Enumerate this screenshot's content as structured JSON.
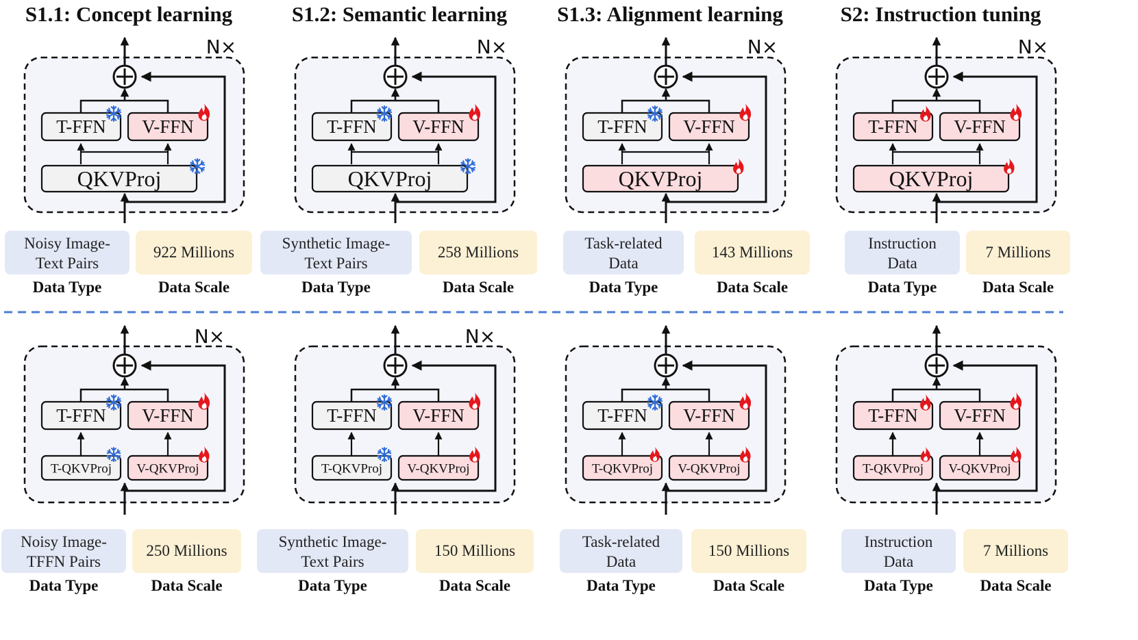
{
  "colors": {
    "frozen_fill": "#f2f2f2",
    "trainable_fill": "#fbdde0",
    "block_bg": "#f4f5fb",
    "data_type_bg": "#e3e8f6",
    "data_scale_bg": "#fcf1d5",
    "accent_red": "#c00000",
    "accent_green": "#4a9a2a",
    "divider": "#4a7cd6",
    "snow": "#2f6bd6",
    "fire": "#e5171c"
  },
  "legend_icons": {
    "frozen": "snowflake-icon",
    "trainable": "fire-icon"
  },
  "labels": {
    "data_type_caption": "Data Type",
    "data_scale_caption": "Data Scale"
  },
  "top_row": {
    "stages": [
      {
        "title": "S1.1: Concept learning",
        "nx": "N×",
        "modules": {
          "t_ffn": {
            "label": "T-FFN",
            "state": "frozen"
          },
          "v_ffn": {
            "label": "V-FFN",
            "state": "trainable"
          },
          "qkv": {
            "label": "QKVProj",
            "state": "frozen"
          }
        },
        "data_type": [
          "Noisy Image-",
          "Text Pairs"
        ],
        "data_scale": "922 Millions",
        "scale_color": "red"
      },
      {
        "title": "S1.2: Semantic learning",
        "nx": "N×",
        "modules": {
          "t_ffn": {
            "label": "T-FFN",
            "state": "frozen"
          },
          "v_ffn": {
            "label": "V-FFN",
            "state": "trainable"
          },
          "qkv": {
            "label": "QKVProj",
            "state": "frozen"
          }
        },
        "data_type": [
          "Synthetic Image-",
          "Text Pairs"
        ],
        "data_scale": "258 Millions",
        "scale_color": "red"
      },
      {
        "title": "S1.3: Alignment learning",
        "nx": "N×",
        "modules": {
          "t_ffn": {
            "label": "T-FFN",
            "state": "frozen"
          },
          "v_ffn": {
            "label": "V-FFN",
            "state": "trainable"
          },
          "qkv": {
            "label": "QKVProj",
            "state": "trainable"
          }
        },
        "data_type": [
          "Task-related",
          "Data"
        ],
        "data_scale": "143 Millions",
        "scale_color": "plain"
      },
      {
        "title": "S2: Instruction tuning",
        "nx": "N×",
        "modules": {
          "t_ffn": {
            "label": "T-FFN",
            "state": "trainable"
          },
          "v_ffn": {
            "label": "V-FFN",
            "state": "trainable"
          },
          "qkv": {
            "label": "QKVProj",
            "state": "trainable"
          }
        },
        "data_type": [
          "Instruction",
          "Data"
        ],
        "data_scale": "7 Millions",
        "scale_color": "plain"
      }
    ]
  },
  "bottom_row": {
    "stages": [
      {
        "nx": "N×",
        "modules": {
          "t_ffn": {
            "label": "T-FFN",
            "state": "frozen"
          },
          "v_ffn": {
            "label": "V-FFN",
            "state": "trainable"
          },
          "t_qkv": {
            "label": "T-QKVProj",
            "state": "frozen"
          },
          "v_qkv": {
            "label": "V-QKVProj",
            "state": "trainable"
          }
        },
        "data_type": [
          "Noisy Image-",
          "TFFN Pairs"
        ],
        "data_scale": "250 Millions",
        "scale_color": "green"
      },
      {
        "nx": "N×",
        "modules": {
          "t_ffn": {
            "label": "T-FFN",
            "state": "frozen"
          },
          "v_ffn": {
            "label": "V-FFN",
            "state": "trainable"
          },
          "t_qkv": {
            "label": "T-QKVProj",
            "state": "frozen"
          },
          "v_qkv": {
            "label": "V-QKVProj",
            "state": "trainable"
          }
        },
        "data_type": [
          "Synthetic Image-",
          "Text Pairs"
        ],
        "data_scale": "150 Millions",
        "scale_color": "green"
      },
      {
        "nx": "",
        "modules": {
          "t_ffn": {
            "label": "T-FFN",
            "state": "frozen"
          },
          "v_ffn": {
            "label": "V-FFN",
            "state": "trainable"
          },
          "t_qkv": {
            "label": "T-QKVProj",
            "state": "trainable"
          },
          "v_qkv": {
            "label": "V-QKVProj",
            "state": "trainable"
          }
        },
        "data_type": [
          "Task-related",
          "Data"
        ],
        "data_scale": "150 Millions",
        "scale_color": "plain"
      },
      {
        "nx": "",
        "modules": {
          "t_ffn": {
            "label": "T-FFN",
            "state": "trainable"
          },
          "v_ffn": {
            "label": "V-FFN",
            "state": "trainable"
          },
          "t_qkv": {
            "label": "T-QKVProj",
            "state": "trainable"
          },
          "v_qkv": {
            "label": "V-QKVProj",
            "state": "trainable"
          }
        },
        "data_type": [
          "Instruction",
          "Data"
        ],
        "data_scale": "7 Millions",
        "scale_color": "plain"
      }
    ]
  }
}
